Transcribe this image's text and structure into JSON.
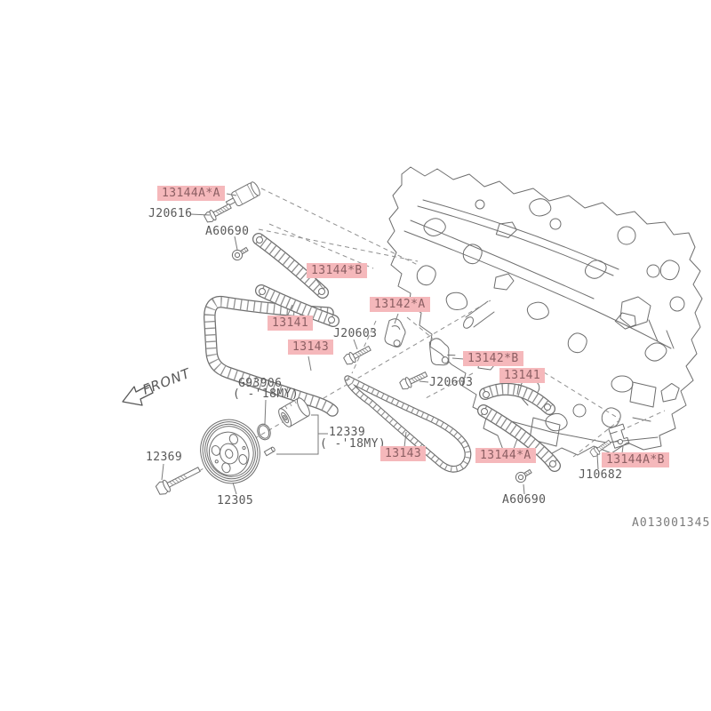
{
  "diagram": {
    "footer_code": "A013001345",
    "front_label": "FRONT",
    "colors": {
      "highlight_background": "#f5b8bb",
      "highlight_text": "#8c5f63",
      "label_text": "#585858",
      "line_art": "#6e6e6e"
    },
    "labels": [
      {
        "text": "13144A*A",
        "highlighted": true
      },
      {
        "text": "J20616",
        "highlighted": false
      },
      {
        "text": "A60690",
        "highlighted": false
      },
      {
        "text": "13144*B",
        "highlighted": true
      },
      {
        "text": "13142*A",
        "highlighted": true
      },
      {
        "text": "13141",
        "highlighted": true
      },
      {
        "text": "J20603",
        "highlighted": false
      },
      {
        "text": "13143",
        "highlighted": true
      },
      {
        "text": "13142*B",
        "highlighted": true
      },
      {
        "text": "J20603",
        "highlighted": false
      },
      {
        "text": "13141",
        "highlighted": true
      },
      {
        "text": "G93906",
        "highlighted": false
      },
      {
        "text": "( -'18MY)",
        "highlighted": false
      },
      {
        "text": "12339",
        "highlighted": false
      },
      {
        "text": "( -'18MY)",
        "highlighted": false
      },
      {
        "text": "12369",
        "highlighted": false
      },
      {
        "text": "12305",
        "highlighted": false
      },
      {
        "text": "13143",
        "highlighted": true
      },
      {
        "text": "13144*A",
        "highlighted": true
      },
      {
        "text": "13144A*B",
        "highlighted": true
      },
      {
        "text": "J10682",
        "highlighted": false
      },
      {
        "text": "A60690",
        "highlighted": false
      }
    ]
  }
}
